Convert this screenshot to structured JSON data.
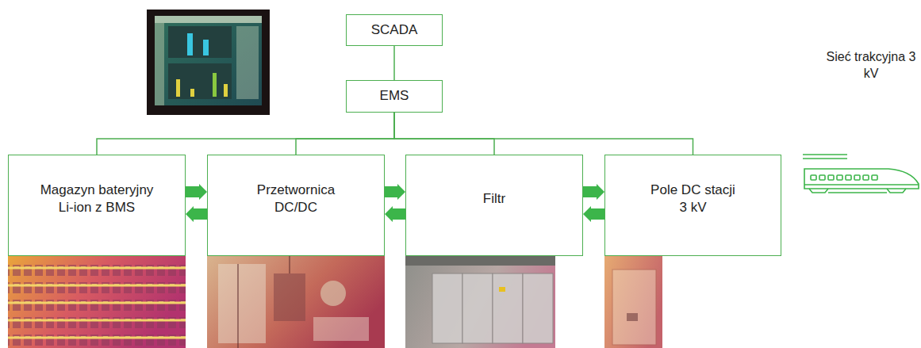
{
  "diagram": {
    "nodes": [
      {
        "text": [
          "SCADA"
        ]
      },
      {
        "text": [
          "EMS"
        ]
      },
      {
        "text": [
          "Magazyn bateryjny Li-ion z BMS"
        ]
      },
      {
        "text": [
          "Przetwornica DC/DC"
        ]
      },
      {
        "text": [
          "Filtr"
        ]
      },
      {
        "text": [
          "Pole DC stacji 3 kV"
        ]
      }
    ],
    "edges": [
      {
        "from": 0,
        "to": 1,
        "arrow": "none"
      },
      {
        "from": 1,
        "to": 2,
        "arrow": "none"
      },
      {
        "from": 1,
        "to": 3,
        "arrow": "none"
      },
      {
        "from": 1,
        "to": 4,
        "arrow": "none"
      },
      {
        "from": 1,
        "to": 5,
        "arrow": "none"
      },
      {
        "from": 2,
        "to": 3,
        "arrow": "to"
      },
      {
        "from": 3,
        "to": 2,
        "arrow": "to"
      },
      {
        "from": 3,
        "to": 4,
        "arrow": "to"
      },
      {
        "from": 4,
        "to": 3,
        "arrow": "to"
      },
      {
        "from": 4,
        "to": 5,
        "arrow": "to"
      },
      {
        "from": 5,
        "to": 4,
        "arrow": "to"
      }
    ],
    "labels": [
      "Sieć trakcyjna 3 kV"
    ]
  }
}
